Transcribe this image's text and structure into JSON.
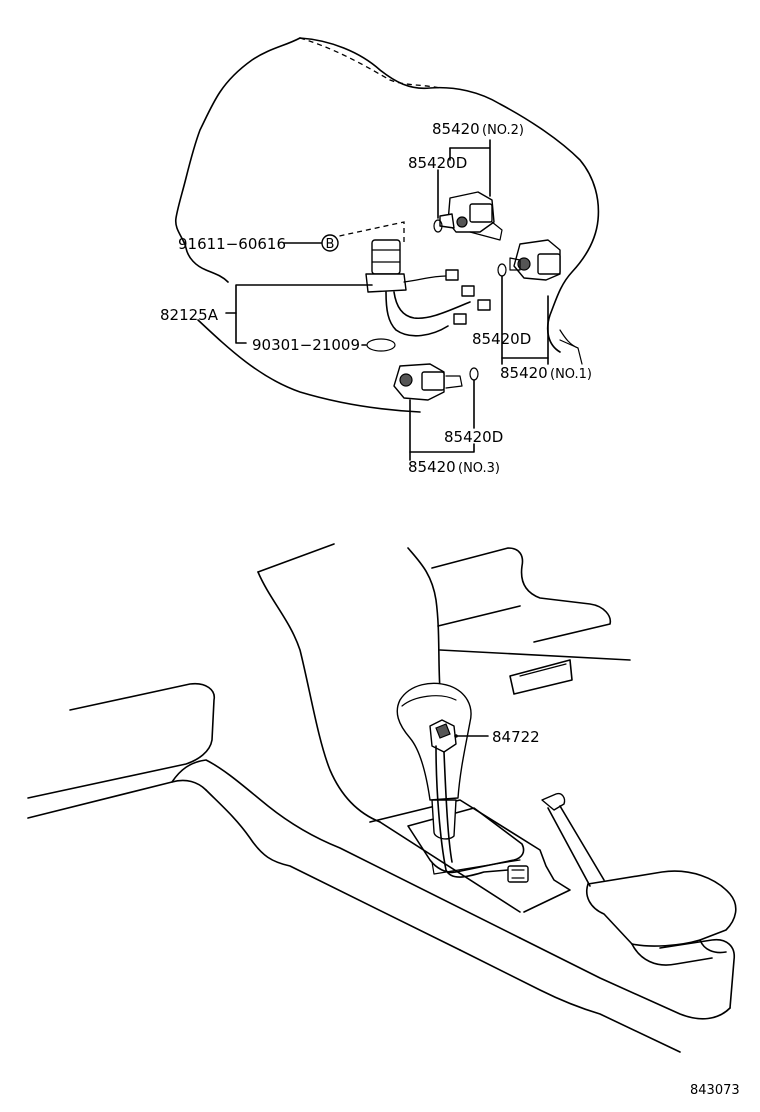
{
  "labels": {
    "p85420_no2": "85420",
    "p85420_no2_suffix": "(NO.2)",
    "p85420d_top": "85420D",
    "p91611": "91611−60616",
    "p_b_marker": "B",
    "p82125a": "82125A",
    "p90301": "90301−21009",
    "p85420d_right": "85420D",
    "p85420_no1": "85420",
    "p85420_no1_suffix": "(NO.1)",
    "p85420d_bottom": "85420D",
    "p85420_no3": "85420",
    "p85420_no3_suffix": "(NO.3)",
    "p84722": "84722",
    "figure_code": "843073"
  }
}
